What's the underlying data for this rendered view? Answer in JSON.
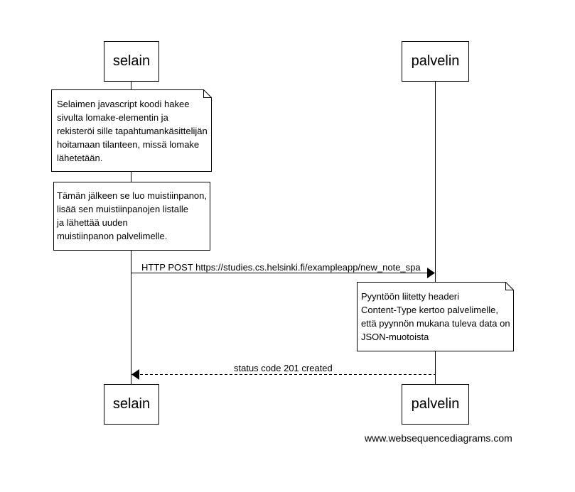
{
  "participants": {
    "browser": "selain",
    "server": "palvelin"
  },
  "notes": [
    "Selaimen javascript koodi hakee\nsivulta lomake-elementin ja\nrekisteröi sille tapahtumankäsittelijän\nhoitamaan tilanteen, missä lomake\nlähetetään.",
    "Tämän jälkeen se luo muistiinpanon,\nlisää sen muistiinpanojen listalle\nja lähettää uuden\nmuistiinpanon palvelimelle.",
    "Pyyntöön liitetty headeri\nContent-Type kertoo palvelimelle,\nettä pyynnön mukana tuleva data on\nJSON-muotoista"
  ],
  "messages": [
    "HTTP POST https://studies.cs.helsinki.fi/exampleapp/new_note_spa",
    "status code 201 created"
  ],
  "footer": "www.websequencediagrams.com"
}
